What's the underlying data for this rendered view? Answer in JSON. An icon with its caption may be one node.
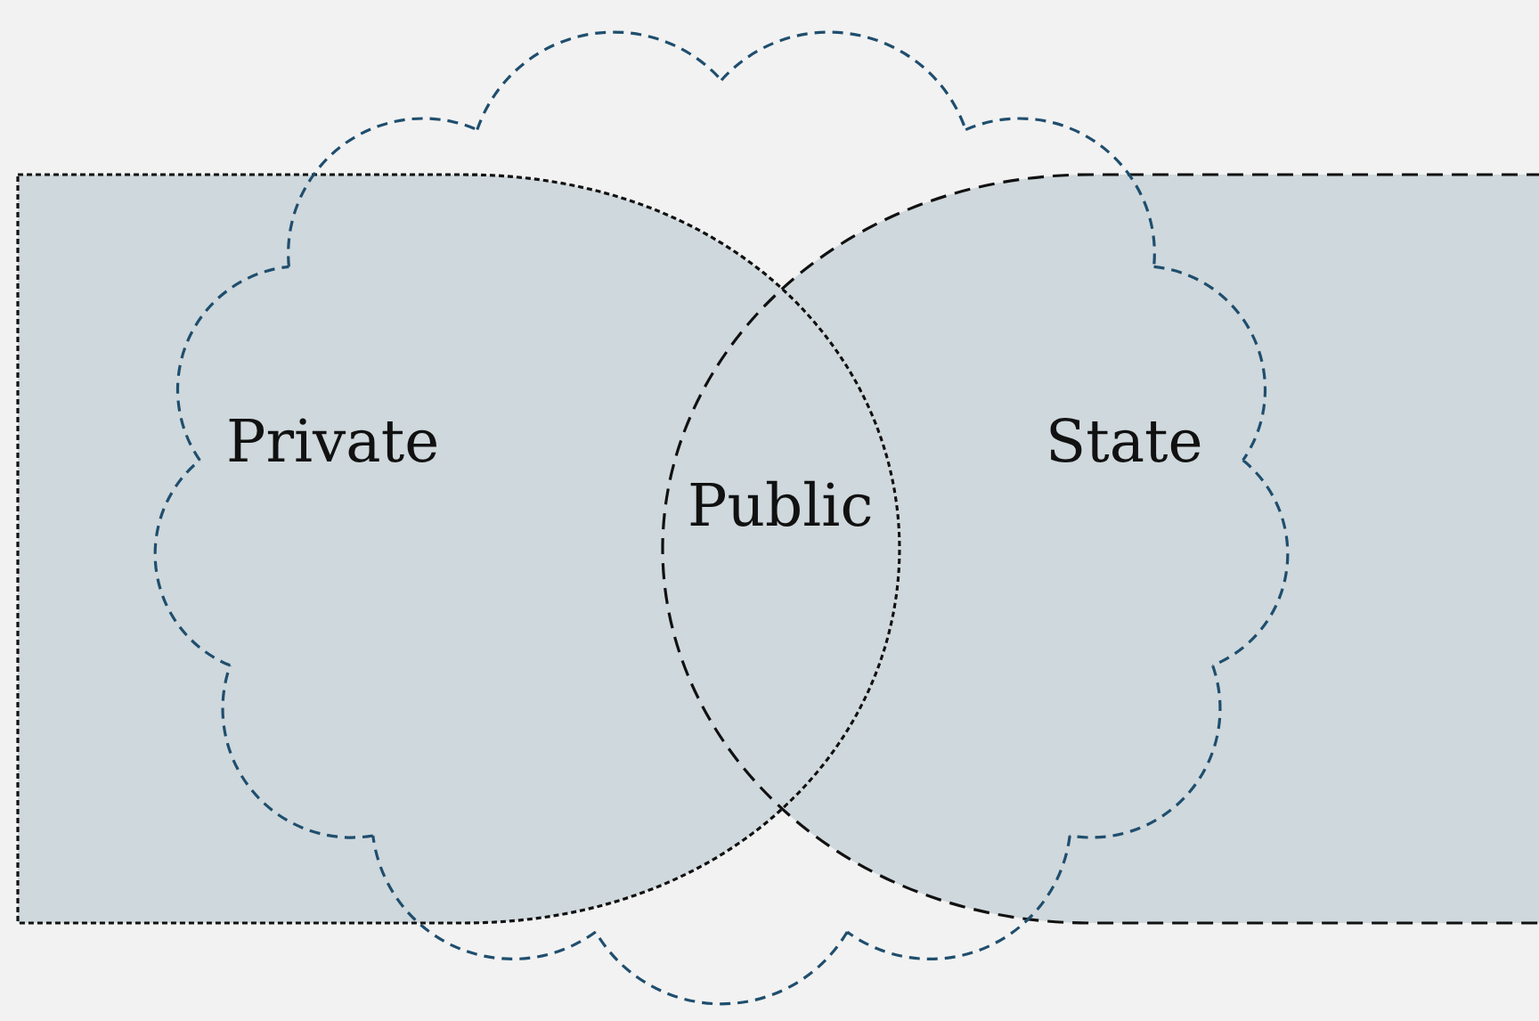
{
  "diagram": {
    "nodes": [
      {
        "text": [
          "Private"
        ]
      },
      {
        "text": [
          "State"
        ]
      },
      {
        "text": [],
        "shape": "cloud"
      }
    ],
    "labels": [
      "Public"
    ]
  }
}
